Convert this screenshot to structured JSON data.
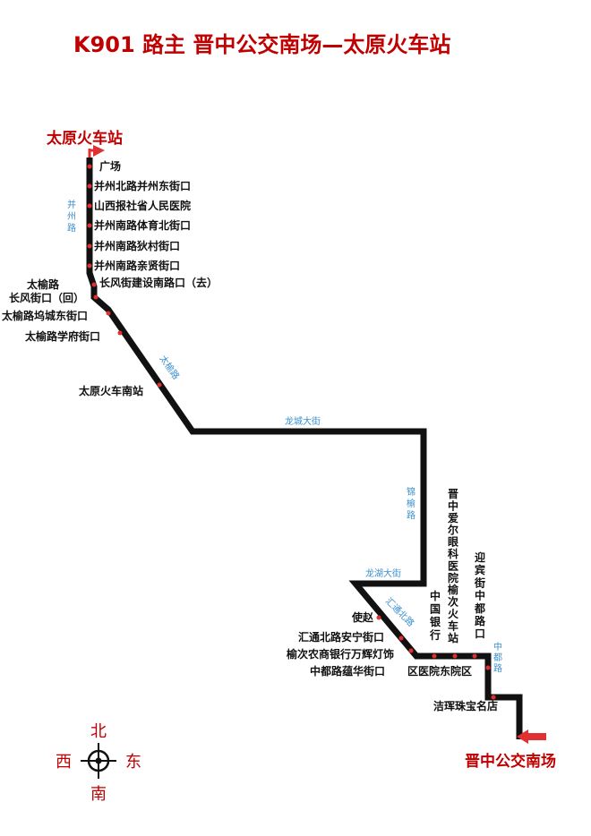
{
  "title": "K901 路主  晋中公交南场—太原火车站",
  "colors": {
    "route": "#111111",
    "stop": "#e03030",
    "title": "#c00000",
    "street": "#3a8fcf",
    "arrow": "#e03030"
  },
  "terminals": {
    "north": "太原火车站",
    "south": "晋中公交南场"
  },
  "stops": {
    "s1": "广场",
    "s2": "并州北路并州东街口",
    "s3": "山西报社省人民医院",
    "s4": "并州南路体育北街口",
    "s5": "并州南路狄村街口",
    "s6": "并州南路亲贤街口",
    "s7": "长风街建设南路口（去）",
    "s8a": "太榆路",
    "s8b": "长风街口（回）",
    "s9": "太榆路坞城东街口",
    "s10": "太榆路学府街口",
    "s11": "太原火车南站",
    "s12": "使赵",
    "s13": "汇通北路安宁街口",
    "s14": "榆次农商银行万辉灯饰",
    "s15": "中都路蕴华街口",
    "s16": "中国银行",
    "s17": "晋中爱尔眼科医院榆次火车站",
    "s18": "迎宾街中都路口",
    "s19": "区医院东院区",
    "s20": "洁珲珠宝名店"
  },
  "streets": {
    "bingzhou": "并州路",
    "taiyu": "太榆路",
    "longcheng": "龙城大街",
    "jinyu": "锦榆路",
    "longhu": "龙湖大街",
    "huitong": "汇通北路",
    "zhongdu": "中都路"
  },
  "compass": {
    "n": "北",
    "s": "南",
    "e": "东",
    "w": "西"
  }
}
